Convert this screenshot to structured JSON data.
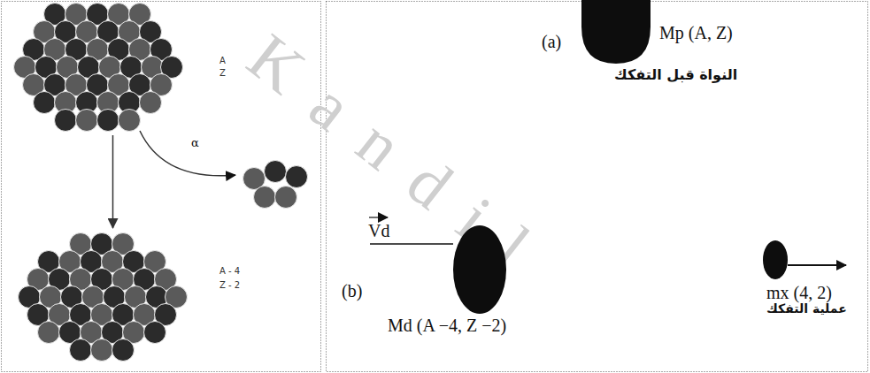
{
  "diagram": {
    "nodes": [
      {
        "text": [
          "A",
          "Z"
        ]
      },
      {
        "text": [
          "A - 4",
          "Z - 2"
        ]
      },
      {
        "text": [
          "Mp (A, Z)",
          "النواة قبل التفكك"
        ]
      },
      {
        "text": [
          "Md (A −4, Z −2)"
        ]
      },
      {
        "text": [
          "mx (4, 2)"
        ]
      }
    ],
    "edges": [
      {
        "from": 0,
        "to": 1,
        "arrow": "to"
      }
    ],
    "labels": [
      "α",
      "(a)",
      "(b)",
      "Vd",
      "عملية التفكك",
      "Kandil"
    ]
  }
}
